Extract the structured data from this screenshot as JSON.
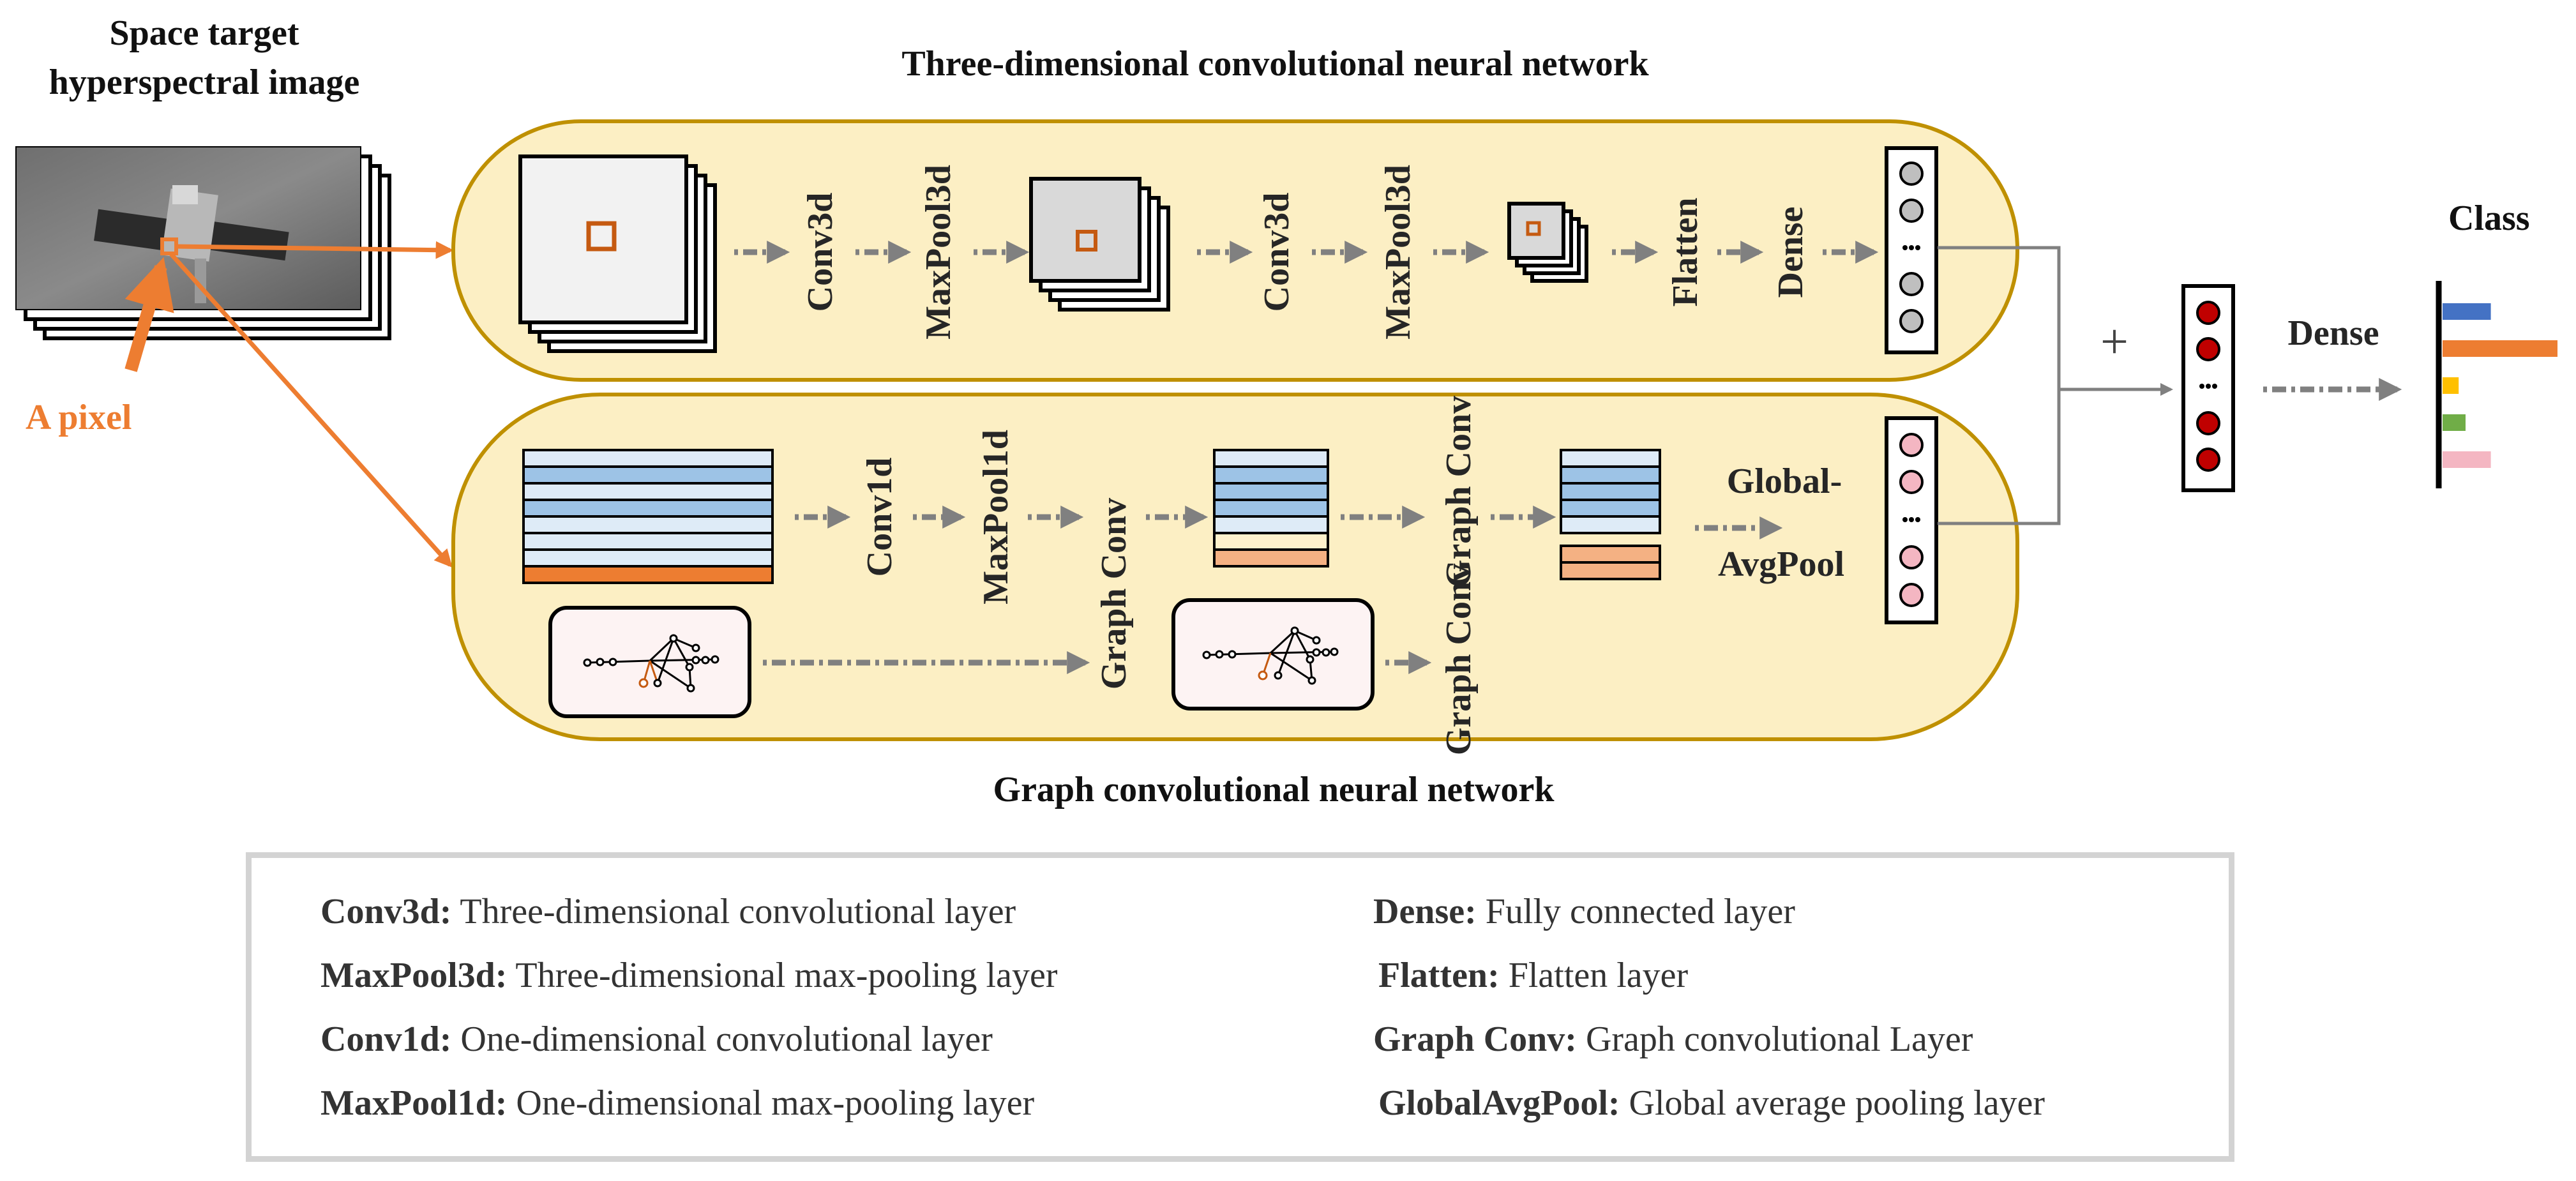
{
  "input": {
    "title_line1": "Space target",
    "title_line2": "hyperspectral image",
    "pixel_label": "A pixel"
  },
  "branch_3d": {
    "title": "Three-dimensional convolutional neural network",
    "layers": [
      "Conv3d",
      "MaxPool3d",
      "Conv3d",
      "MaxPool3d",
      "Flatten",
      "Dense"
    ]
  },
  "branch_graph": {
    "title": "Graph convolutional neural network",
    "layers": [
      "Conv1d",
      "MaxPool1d",
      "Graph Conv",
      "Graph Conv",
      "Graph Conv"
    ],
    "pool_line1": "Global-",
    "pool_line2": "AvgPool"
  },
  "fusion": {
    "plus": "+",
    "dense": "Dense",
    "class_label": "Class"
  },
  "legend": {
    "left": [
      {
        "term": "Conv3d:",
        "desc": "Three-dimensional convolutional layer"
      },
      {
        "term": "MaxPool3d:",
        "desc": "Three-dimensional max-pooling layer"
      },
      {
        "term": "Conv1d:",
        "desc": "One-dimensional convolutional layer"
      },
      {
        "term": "MaxPool1d:",
        "desc": "One-dimensional max-pooling layer"
      }
    ],
    "right": [
      {
        "term": "Dense:",
        "desc": "Fully connected layer"
      },
      {
        "term": "Flatten:",
        "desc": "Flatten layer"
      },
      {
        "term": "Graph Conv:",
        "desc": "Graph convolutional Layer"
      },
      {
        "term": "GlobalAvgPool:",
        "desc": "Global average pooling layer"
      }
    ]
  },
  "colors": {
    "panel_fill": "#fcefc4",
    "panel_border": "#bf9000",
    "orange": "#ed7d31",
    "arrow_gray": "#808080",
    "blue_dark": "#9dc3e6",
    "blue_light": "#deebf7",
    "red_node": "#c00000",
    "pink_node": "#f4b6c2",
    "gray_node": "#bfbfbf"
  },
  "class_bars": [
    {
      "color": "#4472c4",
      "score": 0.42
    },
    {
      "color": "#ed7d31",
      "score": 1.0
    },
    {
      "color": "#ffc000",
      "score": 0.14
    },
    {
      "color": "#70ad47",
      "score": 0.2
    },
    {
      "color": "#f4b6c2",
      "score": 0.42
    }
  ]
}
